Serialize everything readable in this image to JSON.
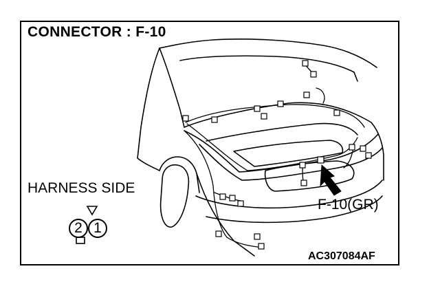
{
  "title": "CONNECTOR : F-10",
  "harness_label": "HARNESS SIDE",
  "connector_pins": [
    "2",
    "1"
  ],
  "callout_label": "F-10(GR)",
  "figure_code": "AC307084AF"
}
